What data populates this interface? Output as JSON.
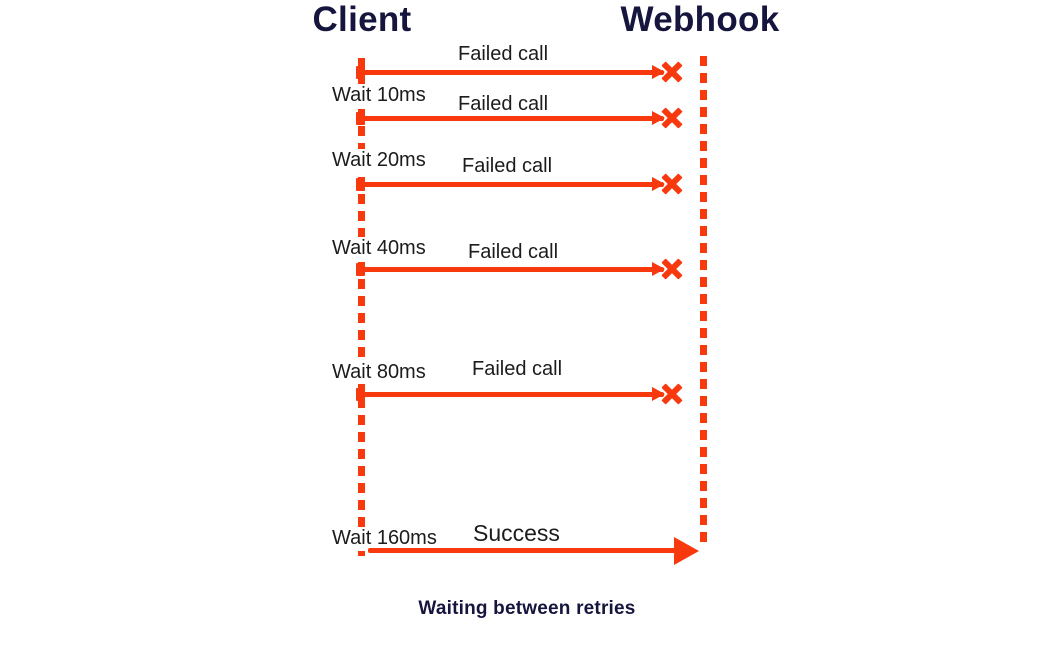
{
  "diagram": {
    "title_left": "Client",
    "title_right": "Webhook",
    "caption": "Waiting between retries",
    "colors": {
      "accent": "#f8380d",
      "ink": "#15153d",
      "text": "#1c1c1c",
      "background": "#ffffff"
    },
    "rows": [
      {
        "wait": "",
        "label": "Failed call",
        "outcome": "failed"
      },
      {
        "wait": "Wait 10ms",
        "label": "Failed call",
        "outcome": "failed"
      },
      {
        "wait": "Wait 20ms",
        "label": "Failed call",
        "outcome": "failed"
      },
      {
        "wait": "Wait 40ms",
        "label": "Failed call",
        "outcome": "failed"
      },
      {
        "wait": "Wait 80ms",
        "label": "Failed call",
        "outcome": "failed"
      },
      {
        "wait": "Wait 160ms",
        "label": "Success",
        "outcome": "success"
      }
    ]
  }
}
